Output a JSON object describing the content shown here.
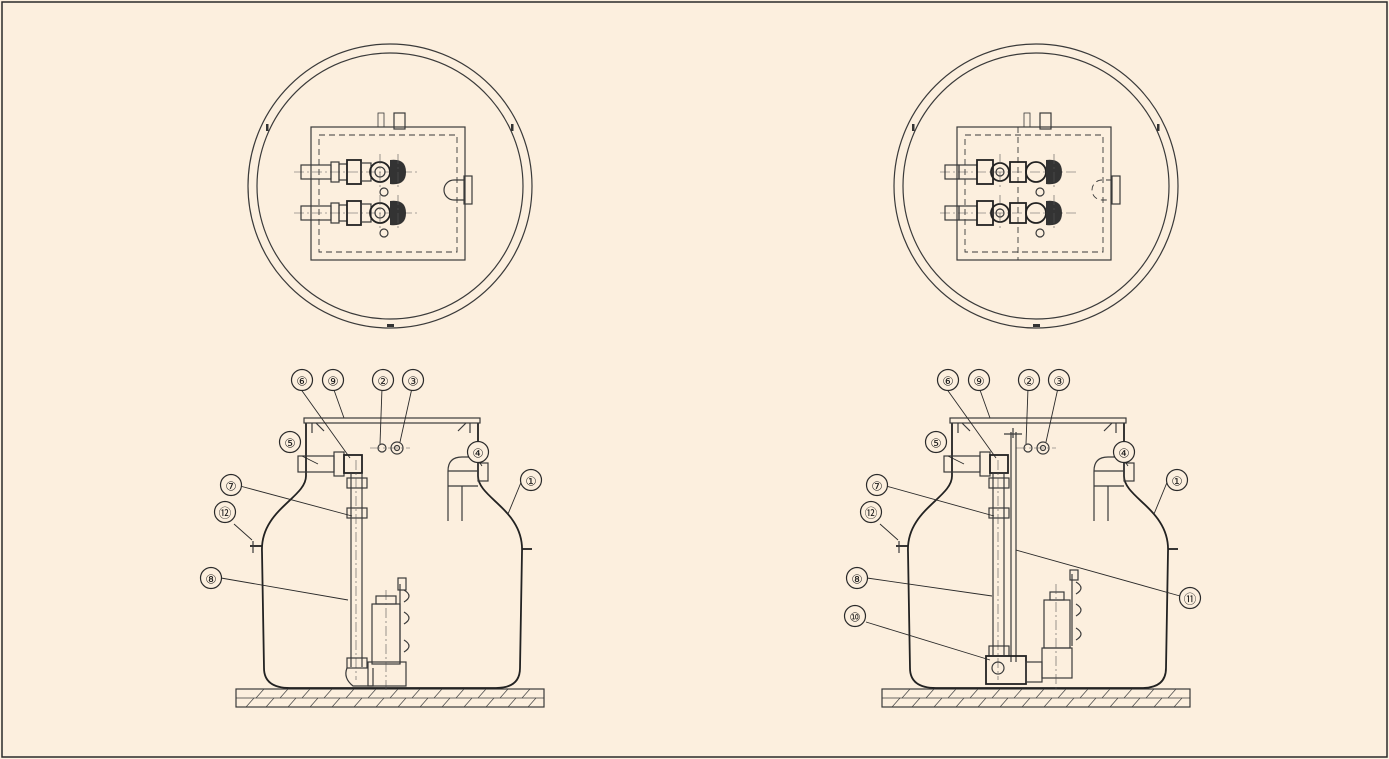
{
  "callouts": {
    "c1": "①",
    "c2": "②",
    "c3": "③",
    "c4": "④",
    "c5": "⑤",
    "c6": "⑥",
    "c7": "⑦",
    "c8": "⑧",
    "c9": "⑨",
    "c10": "⑩",
    "c11": "⑪",
    "c12": "⑫"
  },
  "colors": {
    "background": "#fcefde",
    "line": "#3a3a3a"
  }
}
